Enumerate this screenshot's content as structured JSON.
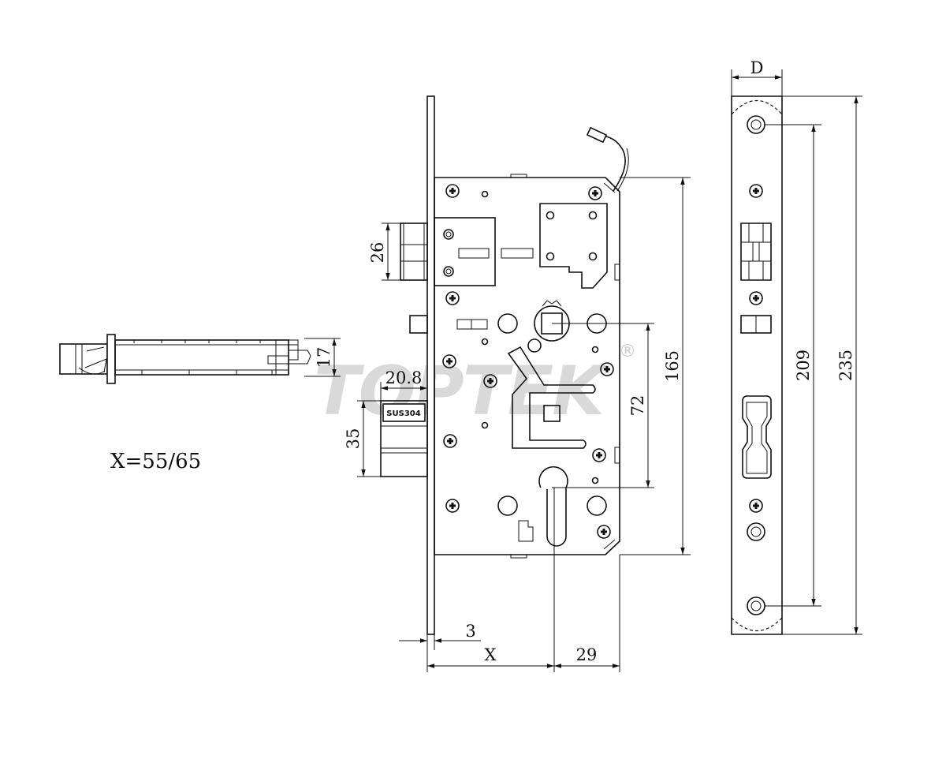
{
  "watermark": {
    "text": "TOPTEK",
    "registered_mark": "®"
  },
  "label_x_value": "X=55/65",
  "stamp_label": "SUS304",
  "dims": {
    "d17": "17",
    "d20_8": "20.8",
    "d26": "26",
    "d35": "35",
    "d72": "72",
    "d165": "165",
    "d3": "3",
    "dX": "X",
    "d29": "29",
    "dD": "D",
    "d209": "209",
    "d235": "235"
  },
  "colors": {
    "line": "#111111",
    "watermark_gray": "#c9c9c9",
    "watermark_orange": "#f4b183"
  }
}
